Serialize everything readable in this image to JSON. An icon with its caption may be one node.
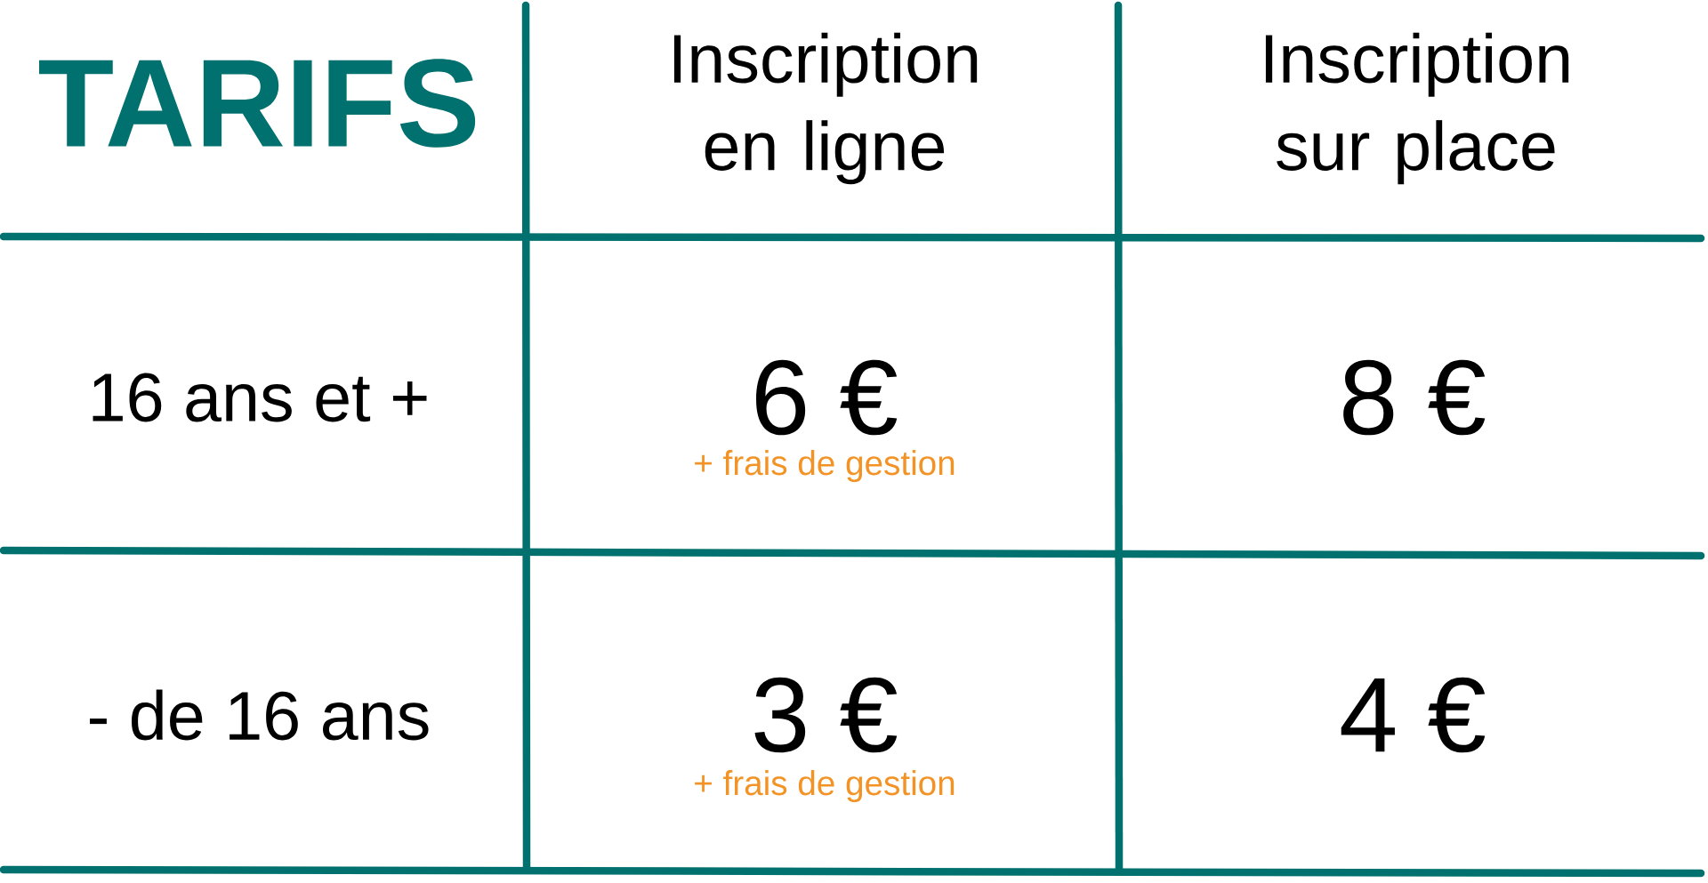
{
  "diagram": {
    "labels": [
      "TARIFS",
      "Inscription en ligne",
      "Inscription sur place",
      "16 ans et +",
      "6 €",
      "+ frais de gestion",
      "8 €",
      "- de 16 ans",
      "3 €",
      "+ frais de gestion",
      "4 €"
    ]
  }
}
